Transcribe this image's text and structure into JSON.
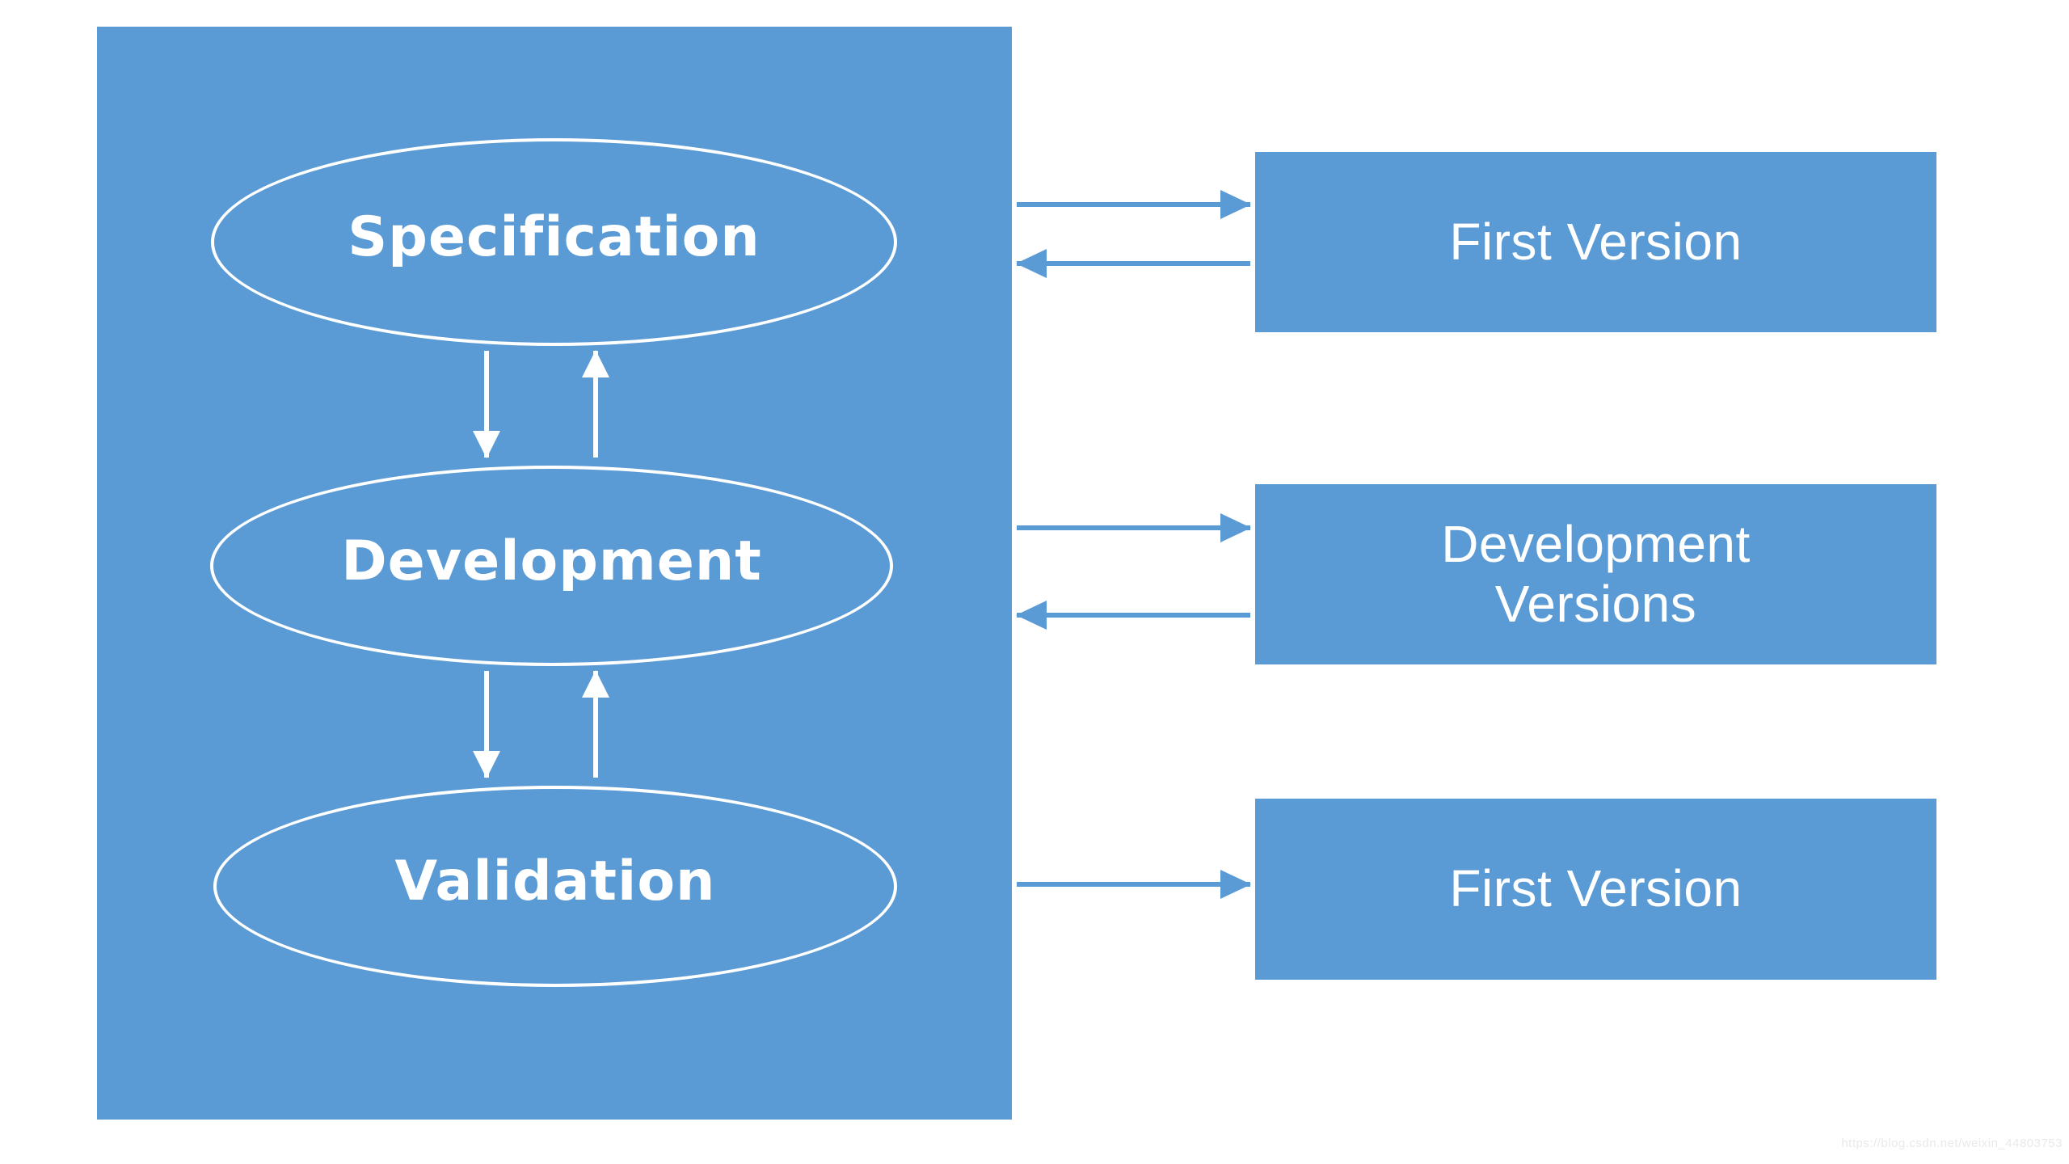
{
  "colors": {
    "primary_blue": "#5B9BD5",
    "outline_white": "#ffffff",
    "watermark_gray": "#e9e9e9"
  },
  "process_panel": {
    "stages": [
      {
        "label": "Specification"
      },
      {
        "label": "Development"
      },
      {
        "label": "Validation"
      }
    ]
  },
  "version_boxes": [
    {
      "label": "First Version"
    },
    {
      "label": "Development Versions"
    },
    {
      "label": "First Version"
    }
  ],
  "watermark": "https://blog.csdn.net/weixin_44803753"
}
